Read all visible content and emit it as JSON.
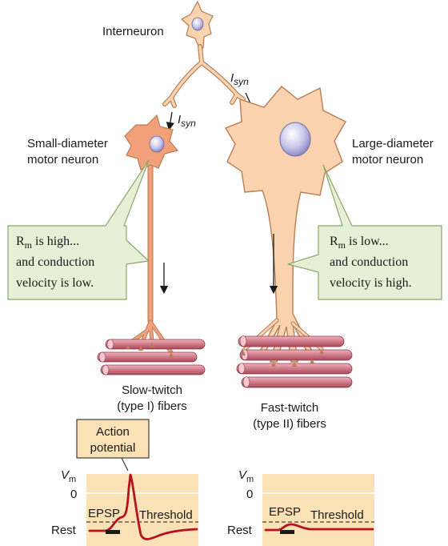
{
  "labels": {
    "interneuron": "Interneuron",
    "isyn_main": "I",
    "isyn_sub": "syn",
    "small_motor_line1": "Small-diameter",
    "small_motor_line2": "motor neuron",
    "large_motor_line1": "Large-diameter",
    "large_motor_line2": "motor neuron",
    "slow_twitch_line1": "Slow-twitch",
    "slow_twitch_line2": "(type I) fibers",
    "fast_twitch_line1": "Fast-twitch",
    "fast_twitch_line2": "(type II) fibers"
  },
  "callouts": {
    "left": {
      "r_main": "R",
      "r_sub": "m",
      "line1_rest": " is high...",
      "line2": "and conduction",
      "line3": "velocity is low."
    },
    "right": {
      "r_main": "R",
      "r_sub": "m",
      "line1_rest": " is low...",
      "line2": "and conduction",
      "line3": "velocity is high."
    }
  },
  "graphs": {
    "action_potential_line1": "Action",
    "action_potential_line2": "potential",
    "vm_main": "V",
    "vm_sub": "m",
    "zero": "0",
    "rest": "Rest",
    "epsp": "EPSP",
    "threshold": "Threshold"
  },
  "colors": {
    "neuron_fill": "#fbd3ae",
    "small_soma_fill": "#f2a07a",
    "neuron_stroke": "#b77d56",
    "nucleus": "#c9c8ea",
    "callout_fill": "#e6f0d6",
    "callout_stroke": "#8aa66a",
    "graph_bg": "#fbe2b6",
    "trace": "#b3121e",
    "muscle": "#cf7a88",
    "muscle_dark": "#a9485a"
  }
}
